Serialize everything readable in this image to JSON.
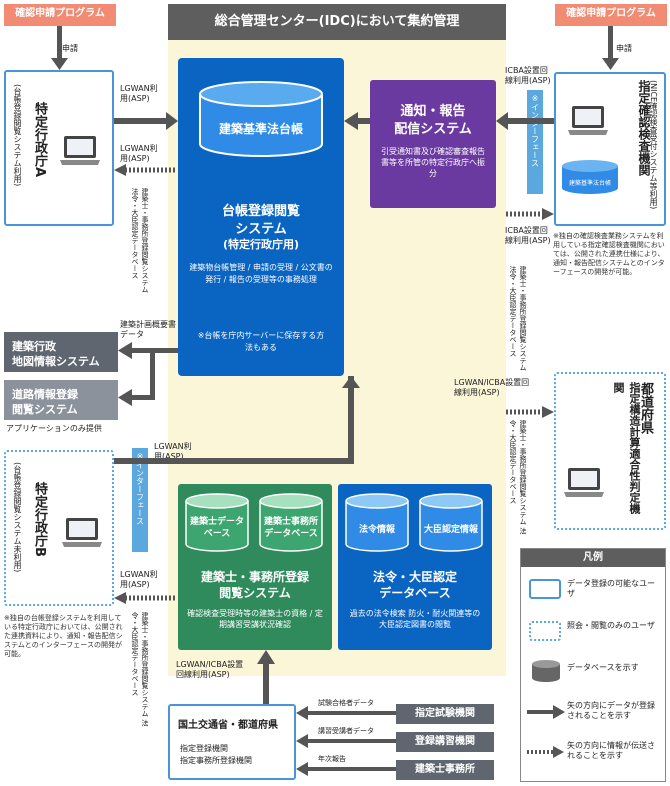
{
  "center_title": "総合管理センター(IDC)において集約管理",
  "top_left_header": "確認申請プログラム",
  "top_right_header": "確認申請プログラム",
  "apply_left": "申請",
  "apply_right": "申請",
  "gov_a": {
    "title": "特定行政庁A",
    "sub": "(台帳登録閲覧システム利用)"
  },
  "gov_b": {
    "title": "特定行政庁B",
    "sub": "(台帳登録閲覧システム未利用)"
  },
  "shitei": {
    "title": "指定確認検査機関",
    "sub": "(NICE確認検査受付システム等利用)",
    "db": "建築基準法台帳"
  },
  "pref": {
    "title": "都道府県",
    "sub": "指定構造計算適合性判定機関"
  },
  "ledger_db": "建築基準法台帳",
  "ledger_system": {
    "title_line1": "台帳登録閲覧",
    "title_line2": "システム",
    "title_line3": "(特定行政庁用)",
    "desc": "建築物台帳管理 / 申請の受理 / 公文書の発行 / 報告の受理等の事務処理",
    "note": "※台帳を庁内サーバーに保存する方法もある"
  },
  "notify_system": {
    "title_line1": "通知・報告",
    "title_line2": "配信システム",
    "desc": "引受通知書及び確認審査報告書等を所管の特定行政庁へ振分"
  },
  "architect_system": {
    "db1": "建築士データベース",
    "db2": "建築士事務所データベース",
    "title_line1": "建築士・事務所登録",
    "title_line2": "閲覧システム",
    "desc": "確認検査受理時等の建築士の資格 / 定期講習受講状況確認"
  },
  "law_system": {
    "db1": "法令情報",
    "db2": "大臣認定情報",
    "title_line1": "法令・大臣認定",
    "title_line2": "データベース",
    "desc": "過去の法令検索 防火・耐火関連等の大臣認定図書の閲覧"
  },
  "gis": {
    "line1": "建築行政",
    "line2": "地図情報システム"
  },
  "road": {
    "line1": "道路情報登録",
    "line2": "閲覧システム"
  },
  "app_only": "アプリケーションのみ提供",
  "building_plan_data": "建築計画概要書データ",
  "lgwan_asp": "LGWAN利用(ASP)",
  "lgwan_asp2": "LGWAN利用(ASP)",
  "lgwan_asp3": "LGWAN利用(ASP)",
  "lgwan_asp4": "LGWAN利用(ASP)",
  "lgwan_icba_asp": "LGWAN/ICBA設置回線利用(ASP)",
  "lgwan_icba_asp2": "LGWAN/ICBA設置回線利用(ASP)",
  "icba_asp": "ICBA設置回線利用(ASP)",
  "icba_asp2": "ICBA設置回線利用(ASP)",
  "interface_label": "※インターフェース",
  "interface_label2": "※インターフェース",
  "vert_list": "建築士・事務所登録閲覧システム 法令・大臣認定データベース",
  "mlit": {
    "title": "国土交通省・都道府県",
    "sub1": "指定登録機関",
    "sub2": "指定事務所登録機関"
  },
  "orgs": [
    "指定試験機関",
    "登録講習機関",
    "建築士事務所"
  ],
  "org_labels": [
    "試験合格者データ",
    "講習受講者データ",
    "年次報告"
  ],
  "note_right": "※独自の確認検査業務システムを利用している指定確認検査機関においては、公開された連携仕様により、通知・報告配信システムとのインターフェースの開発が可能。",
  "note_left": "※独自の台帳登録システムを利用している特定行政庁においては、公開された連携資料により、通知・報告配信システムとのインターフェースの開発が可能。",
  "legend": {
    "title": "凡例",
    "items": [
      "データ登録の可能なユーザ",
      "照会・閲覧のみのユーザ",
      "データベースを示す",
      "矢の方向にデータが登録されることを示す",
      "矢の方向に情報が伝送されることを示す"
    ]
  },
  "colors": {
    "blue": "#0a64c2",
    "purple": "#6a3aa0",
    "green": "#2f8a5c",
    "gray": "#5f6670",
    "cream": "#fbf6d8",
    "header": "#5e5e5e",
    "pink": "#f28b73"
  }
}
